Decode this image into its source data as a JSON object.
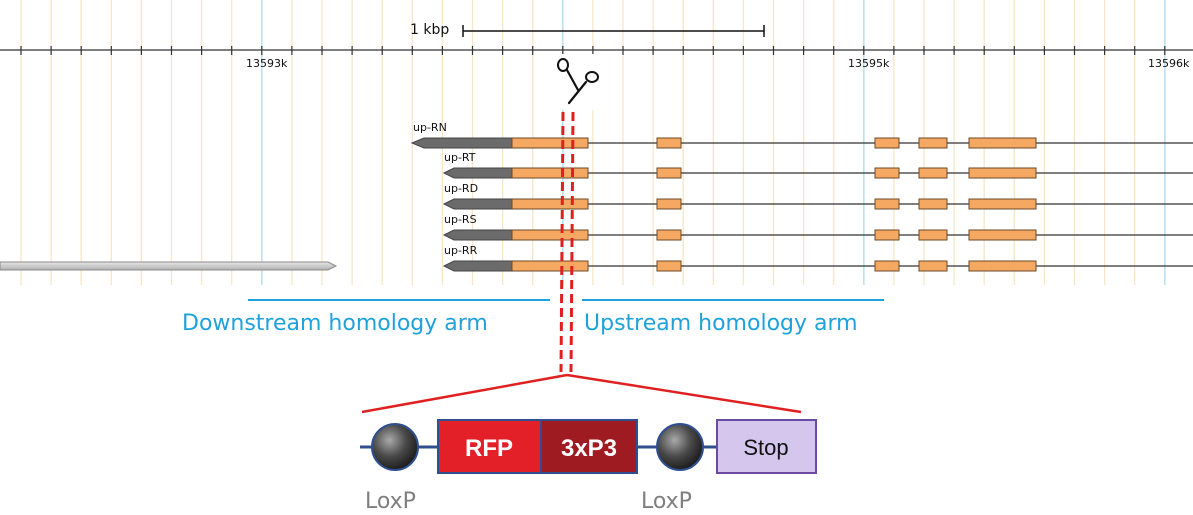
{
  "scale": {
    "label": "1 kbp"
  },
  "ruler": {
    "ticks": [
      "13593k",
      "13595k",
      "13596k"
    ]
  },
  "transcripts": [
    "up-RN",
    "up-RT",
    "up-RD",
    "up-RS",
    "up-RR"
  ],
  "homology": {
    "downstream": "Downstream homology arm",
    "upstream": "Upstream homology arm"
  },
  "construct": {
    "rfp": "RFP",
    "promoter": "3xP3",
    "stop": "Stop",
    "loxp_left": "LoxP",
    "loxp_right": "LoxP"
  },
  "colors": {
    "exon": "#f4a862",
    "utr": "#6b6b6b",
    "arm": "#1fa2dc",
    "cut": "#e02020",
    "rfp": "#e32028",
    "promoter": "#9e1b22",
    "stop": "#d5c6ee",
    "grid_minor": "#f7e6c6",
    "grid_major": "#bfe0f3"
  }
}
